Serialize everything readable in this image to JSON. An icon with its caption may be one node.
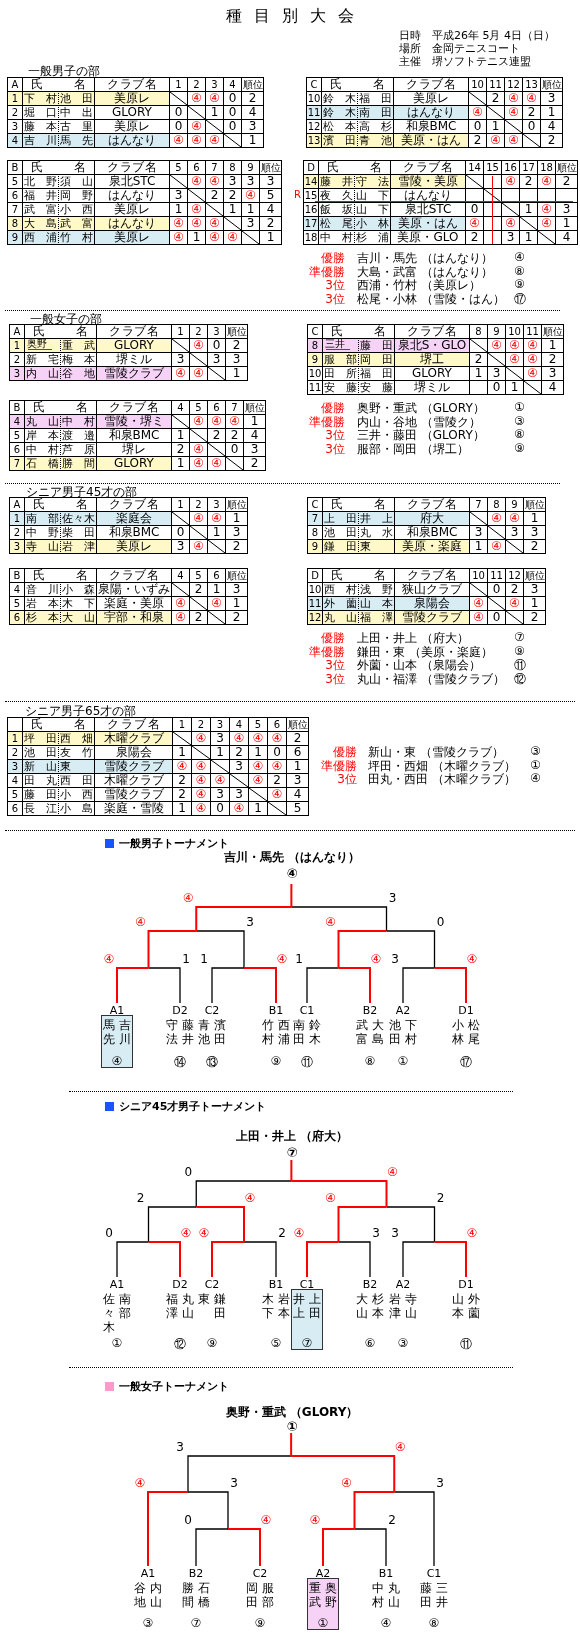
{
  "diagram": {
    "title": "種目別大会",
    "nodes": [
      {
        "text": [
          "A1",
          "馬先",
          "吉川",
          "④"
        ]
      },
      {
        "text": [
          "C1",
          "井上",
          "上田",
          "⑦"
        ]
      },
      {
        "text": [
          "A2",
          "重武",
          "奥野",
          "①"
        ]
      }
    ],
    "labels": [
      "日時",
      "平成26年 5月 4日（日）",
      "場所",
      "金岡テニスコート",
      "主催",
      "堺ソフトテニス連盟",
      "一般男子の部",
      "A",
      "氏名",
      "クラブ名",
      "1",
      "2",
      "3",
      "4",
      "順位",
      "1",
      "下村",
      "池田",
      "美原レ",
      "④",
      "④",
      "0",
      "2",
      "2",
      "堀口",
      "中出",
      "GLORY",
      "0",
      "1",
      "0",
      "4",
      "3",
      "藤本",
      "古里",
      "美原レ",
      "0",
      "④",
      "0",
      "3",
      "4",
      "吉川",
      "馬先",
      "はんなり",
      "④",
      "④",
      "④",
      "1",
      "C",
      "氏名",
      "クラブ名",
      "10",
      "11",
      "12",
      "13",
      "順位",
      "10",
      "鈴木",
      "福田",
      "美原レ",
      "2",
      "④",
      "④",
      "3",
      "11",
      "鈴木",
      "南田",
      "はんなり",
      "④",
      "④",
      "2",
      "1",
      "12",
      "松本",
      "高杉",
      "和泉BMC",
      "0",
      "1",
      "0",
      "4",
      "13",
      "濱田",
      "青池",
      "美原・はん",
      "2",
      "④",
      "④",
      "2",
      "B",
      "氏名",
      "クラブ名",
      "5",
      "6",
      "7",
      "8",
      "9",
      "順位",
      "5",
      "北野",
      "須山",
      "泉北STC",
      "④",
      "④",
      "3",
      "3",
      "3",
      "6",
      "福井",
      "岡野",
      "はんなり",
      "3",
      "2",
      "2",
      "④",
      "5",
      "7",
      "武富",
      "小西",
      "美原レ",
      "1",
      "④",
      "1",
      "1",
      "4",
      "8",
      "大島",
      "武富",
      "はんなり",
      "④",
      "④",
      "④",
      "3",
      "2",
      "9",
      "西浦",
      "竹村",
      "美原レ",
      "④",
      "1",
      "④",
      "④",
      "1",
      "R",
      "D",
      "氏名",
      "クラブ名",
      "14",
      "15",
      "16",
      "17",
      "18",
      "順位",
      "14",
      "藤井",
      "守法",
      "雪陵・美原",
      "④",
      "2",
      "④",
      "2",
      "15",
      "夜久",
      "山下",
      "はんなり",
      "16",
      "飯坂",
      "山下",
      "泉北STC",
      "0",
      "1",
      "④",
      "3",
      "17",
      "松尾",
      "小林",
      "美原・はん",
      "④",
      "④",
      "④",
      "1",
      "18",
      "中村",
      "杉浦",
      "美原・GLO",
      "2",
      "3",
      "1",
      "4",
      "優勝",
      "吉川・馬先 （はんなり）",
      "④",
      "準優勝",
      "大島・武富 （はんなり）",
      "⑧",
      "3位",
      "西浦・竹村 （美原レ）",
      "⑨",
      "3位",
      "松尾・小林 （雪陵・はん）",
      "⑰",
      "一般女子の部",
      "A",
      "氏名",
      "クラブ名",
      "1",
      "2",
      "3",
      "順位",
      "1",
      "奥野",
      "重武",
      "GLORY",
      "④",
      "0",
      "2",
      "2",
      "新宅",
      "梅本",
      "堺ミル",
      "3",
      "3",
      "3",
      "3",
      "内山",
      "谷地",
      "雪陵クラブ",
      "④",
      "④",
      "1",
      "C",
      "氏名",
      "クラブ名",
      "8",
      "9",
      "10",
      "11",
      "順位",
      "8",
      "三井",
      "藤田",
      "泉北S・GLO",
      "④",
      "④",
      "④",
      "1",
      "9",
      "服部",
      "岡田",
      "堺工",
      "2",
      "④",
      "④",
      "2",
      "10",
      "田所",
      "福田",
      "GLORY",
      "1",
      "3",
      "④",
      "3",
      "11",
      "安藤",
      "安藤",
      "堺ミル",
      "0",
      "1",
      "4",
      "B",
      "氏名",
      "クラブ名",
      "4",
      "5",
      "6",
      "7",
      "順位",
      "4",
      "丸山",
      "中村",
      "雪陵・堺ミ",
      "④",
      "④",
      "④",
      "1",
      "5",
      "岸本",
      "渡邉",
      "和泉BMC",
      "1",
      "2",
      "2",
      "4",
      "6",
      "中村",
      "芦原",
      "堺レ",
      "2",
      "④",
      "0",
      "3",
      "7",
      "石橋",
      "勝間",
      "GLORY",
      "1",
      "④",
      "④",
      "2",
      "優勝",
      "奥野・重武 （GLORY）",
      "①",
      "準優勝",
      "内山・谷地 （雪陵ク）",
      "③",
      "3位",
      "三井・藤田 （GLORY）",
      "⑧",
      "3位",
      "服部・岡田 （堺工）",
      "⑨",
      "シニア男子45才の部",
      "A",
      "氏名",
      "クラブ名",
      "1",
      "2",
      "3",
      "順位",
      "1",
      "南部",
      "佐々木",
      "楽庭会",
      "④",
      "④",
      "1",
      "2",
      "中野",
      "柴田",
      "和泉BMC",
      "0",
      "1",
      "3",
      "3",
      "寺山",
      "岩津",
      "美原レ",
      "3",
      "④",
      "2",
      "C",
      "氏名",
      "クラブ名",
      "7",
      "8",
      "9",
      "順位",
      "7",
      "上田",
      "井上",
      "府大",
      "④",
      "④",
      "1",
      "8",
      "池田",
      "丸水",
      "和泉BMC",
      "3",
      "3",
      "3",
      "9",
      "鎌田",
      "東",
      "美原・楽庭",
      "1",
      "④",
      "2",
      "B",
      "氏名",
      "クラブ名",
      "4",
      "5",
      "6",
      "順位",
      "4",
      "音川",
      "小森",
      "泉陽・いずみ",
      "2",
      "1",
      "3",
      "5",
      "岩本",
      "木下",
      "楽庭・美原",
      "④",
      "④",
      "1",
      "6",
      "杉本",
      "大山",
      "宇部・和泉",
      "④",
      "2",
      "2",
      "D",
      "氏名",
      "クラブ名",
      "10",
      "11",
      "12",
      "順位",
      "10",
      "西村",
      "浅野",
      "狭山クラブ",
      "0",
      "2",
      "3",
      "11",
      "外薗",
      "山本",
      "泉陽会",
      "④",
      "④",
      "1",
      "12",
      "丸山",
      "福澤",
      "雪陵クラブ",
      "④",
      "0",
      "2",
      "優勝",
      "上田・井上 （府大）",
      "⑦",
      "準優勝",
      "鎌田・東 （美原・楽庭）",
      "⑨",
      "3位",
      "外薗・山本 （泉陽会）",
      "⑪",
      "3位",
      "丸山・福澤 （雪陵クラブ）",
      "⑫",
      "シニア男子65才の部",
      "氏名",
      "クラブ名",
      "1",
      "2",
      "3",
      "4",
      "5",
      "6",
      "順位",
      "1",
      "坪田",
      "西畑",
      "木曜クラブ",
      "④",
      "3",
      "④",
      "④",
      "④",
      "2",
      "2",
      "池田",
      "友竹",
      "泉陽会",
      "1",
      "1",
      "2",
      "1",
      "0",
      "6",
      "3",
      "新山",
      "東",
      "雪陵クラブ",
      "④",
      "④",
      "3",
      "④",
      "④",
      "1",
      "4",
      "田丸",
      "西田",
      "木曜クラブ",
      "2",
      "④",
      "④",
      "④",
      "2",
      "3",
      "5",
      "藤田",
      "小西",
      "雪陵クラブ",
      "2",
      "④",
      "3",
      "3",
      "④",
      "4",
      "6",
      "長江",
      "小島",
      "楽庭・雪陵",
      "1",
      "④",
      "0",
      "④",
      "1",
      "5",
      "優勝",
      "新山・東 （雪陵クラブ）",
      "③",
      "準優勝",
      "坪田・西畑 （木曜クラブ）",
      "①",
      "3位",
      "田丸・西田 （木曜クラブ）",
      "④",
      "一般男子トーナメント",
      "吉川・馬先 （はんなり）",
      "④",
      "④",
      "3",
      "④",
      "3",
      "④",
      "0",
      "④",
      "1",
      "1",
      "④",
      "1",
      "④",
      "3",
      "④",
      "D2",
      "守法",
      "藤井",
      "⑭",
      "C2",
      "青池",
      "濱田",
      "⑬",
      "B1",
      "竹村",
      "西浦",
      "⑨",
      "C1",
      "南田",
      "鈴木",
      "⑪",
      "B2",
      "武富",
      "大島",
      "⑧",
      "A2",
      "池田",
      "下村",
      "①",
      "D1",
      "小林",
      "松尾",
      "⑰",
      "シニア45才男子トーナメント",
      "上田・井上 （府大）",
      "⑦",
      "0",
      "④",
      "2",
      "④",
      "④",
      "2",
      "0",
      "④",
      "④",
      "2",
      "④",
      "3",
      "3",
      "④",
      "A1",
      "佐々木",
      "南部",
      "①",
      "D2",
      "福澤",
      "丸山",
      "⑫",
      "C2",
      "東",
      "鎌田",
      "⑨",
      "B1",
      "木下",
      "岩本",
      "⑤",
      "B2",
      "大山",
      "杉本",
      "⑥",
      "A2",
      "岩津",
      "寺山",
      "③",
      "D1",
      "山本",
      "外薗",
      "⑪",
      "一般女子トーナメント",
      "奥野・重武 （GLORY）",
      "①",
      "3",
      "④",
      "④",
      "3",
      "④",
      "3",
      "0",
      "④",
      "④",
      "2",
      "A1",
      "谷地",
      "内山",
      "③",
      "B2",
      "勝間",
      "石橋",
      "⑦",
      "C2",
      "岡田",
      "服部",
      "⑨",
      "B1",
      "中村",
      "丸山",
      "④",
      "C1",
      "藤田",
      "三井",
      "⑧"
    ]
  }
}
